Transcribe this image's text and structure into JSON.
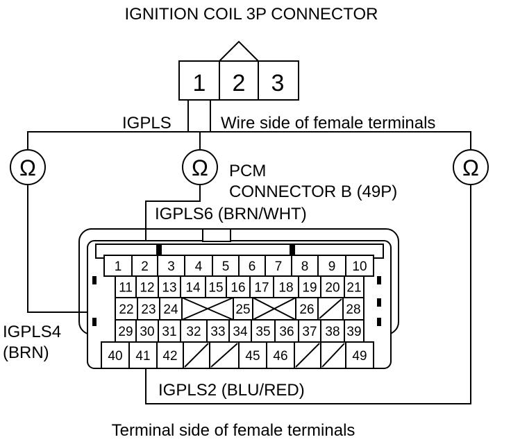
{
  "title": "IGNITION COIL 3P CONNECTOR",
  "coil_terminals": [
    "1",
    "2",
    "3"
  ],
  "coil_label_igpls": "IGPLS",
  "coil_wire_side": "Wire side of female terminals",
  "pcm_label_line1": "PCM",
  "pcm_label_line2": "CONNECTOR B (49P)",
  "wire_igpls6": "IGPLS6 (BRN/WHT)",
  "wire_igpls4_line1": "IGPLS4",
  "wire_igpls4_line2": "(BRN)",
  "wire_igpls2": "IGPLS2 (BLU/RED)",
  "footer": "Terminal side of female terminals",
  "ohm_symbol": "Ω",
  "pcm_rows": [
    [
      "1",
      "2",
      "3",
      "4",
      "5",
      "6",
      "7",
      "8",
      "9",
      "10"
    ],
    [
      "11",
      "12",
      "13",
      "14",
      "15",
      "16",
      "17",
      "18",
      "19",
      "20",
      "21"
    ],
    [
      "22",
      "23",
      "24",
      "X",
      "25",
      "X",
      "26",
      "/",
      "28"
    ],
    [
      "29",
      "30",
      "31",
      "32",
      "33",
      "34",
      "35",
      "36",
      "37",
      "38",
      "39"
    ],
    [
      "40",
      "41",
      "42",
      "/",
      "/",
      "45",
      "46",
      "/",
      "/",
      "49"
    ]
  ]
}
